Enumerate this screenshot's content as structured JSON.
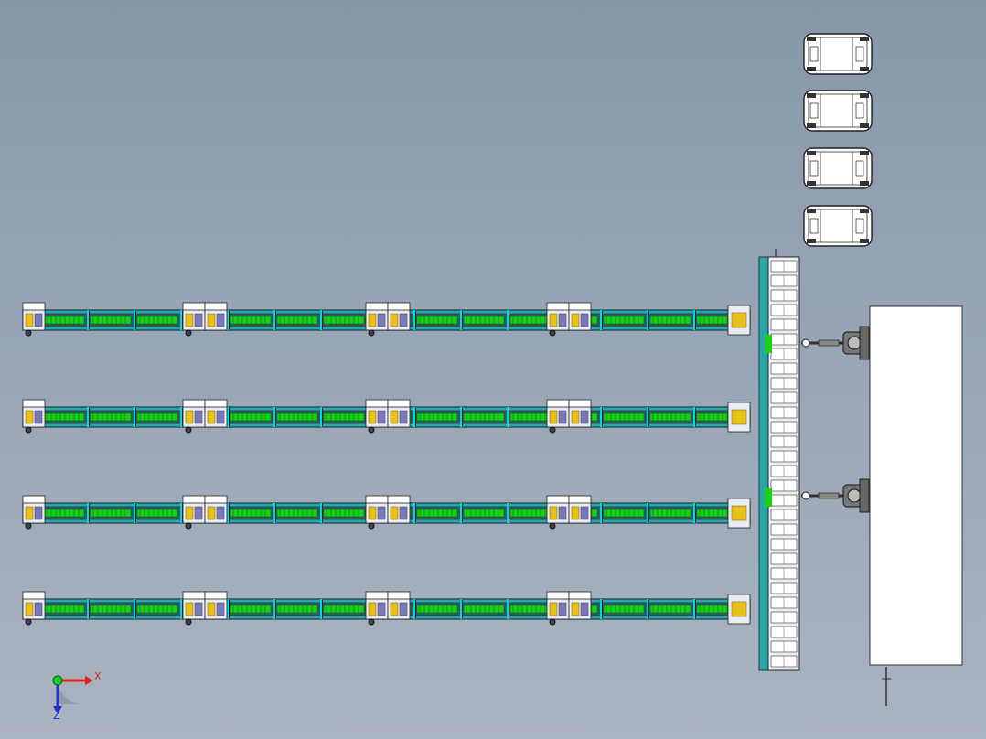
{
  "scene": {
    "colors": {
      "background_top": "#8796a9",
      "background_bottom": "#aab3c0",
      "rail": "#1f3a3f",
      "rail_fill": "#2aa8a8",
      "roller": "#19d019",
      "accent_cyan": "#00e5ff",
      "accent_yellow": "#e8c21a",
      "robot_purple": "#7b78b8",
      "vehicle_white": "#ffffff",
      "line_dark": "#222222",
      "tank_white": "#ffffff"
    },
    "conveyor_lines": 4,
    "segments_per_line": 4,
    "vehicles_parked": 4,
    "robots": 2,
    "transfer_stations": 1,
    "storage_tanks": 1
  },
  "triad": {
    "x_label": "X",
    "z_label": "Z",
    "x_color": "#e0201e",
    "y_color": "#1ccc22",
    "z_color": "#2233cc"
  }
}
